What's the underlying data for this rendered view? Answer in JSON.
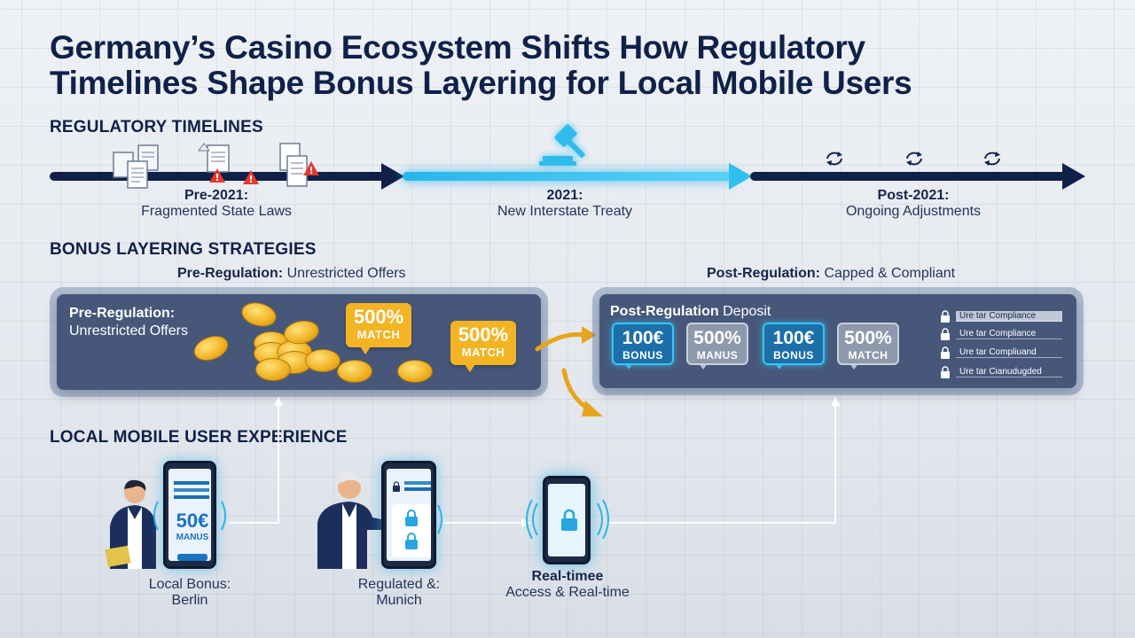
{
  "title_line1": "Germany’s Casino Ecosystem Shifts How Regulatory",
  "title_line2": "Timelines Shape Bonus Layering for Local Mobile Users",
  "regulatory": {
    "heading": "REGULATORY TIMELINES",
    "periods": [
      {
        "period": "Pre-2021:",
        "desc": "Fragmented State Laws"
      },
      {
        "period": "2021:",
        "desc": "New Interstate Treaty"
      },
      {
        "period": "Post-2021:",
        "desc": "Ongoing Adjustments"
      }
    ]
  },
  "bonus": {
    "heading": "BONUS LAYERING STRATEGIES",
    "pre_sub_bold": "Pre-Regulation:",
    "pre_sub_rest": " Unrestricted Offers",
    "post_sub_bold": "Post-Regulation:",
    "post_sub_rest": " Capped & Compliant",
    "pre_panel": {
      "label_bold": "Pre-Regulation:",
      "label_rest": "Unrestricted Offers",
      "bubbles": [
        {
          "big": "500%",
          "small": "MATCH"
        },
        {
          "big": "500%",
          "small": "MATCH"
        }
      ]
    },
    "post_panel": {
      "label_bold": "Post-Regulation",
      "label_rest": " Deposit",
      "cards": [
        {
          "big": "100€",
          "small": "BONUS",
          "style": "blue"
        },
        {
          "big": "500%",
          "small": "MANUS",
          "style": "grey"
        },
        {
          "big": "100€",
          "small": "BONUS",
          "style": "blue"
        },
        {
          "big": "500%",
          "small": "MATCH",
          "style": "grey"
        }
      ],
      "compliance": [
        "Ure tar Compliance",
        "Ure tar Compliance",
        "Ure tar Compliuand",
        "Ure tar Cianudugded"
      ]
    }
  },
  "mobile": {
    "heading": "LOCAL MOBILE USER EXPERIENCE",
    "users": [
      {
        "line1": "Local Bonus:",
        "line2": "Berlin",
        "phone_big": "50€",
        "phone_small": "MANUS"
      },
      {
        "line1": "Regulated &:",
        "line2": "Munich"
      },
      {
        "line1": "Real-timee",
        "line2": "Access & Real-time"
      }
    ]
  },
  "colors": {
    "navy": "#0f2149",
    "cyan": "#27b6ea",
    "gold": "#f3b424",
    "panel": "#46577a",
    "warning": "#e5392e"
  },
  "icons": [
    "document-icon",
    "warning-icon",
    "gavel-icon",
    "refresh-icon",
    "lock-icon",
    "coin-icon",
    "arrow-icon"
  ]
}
